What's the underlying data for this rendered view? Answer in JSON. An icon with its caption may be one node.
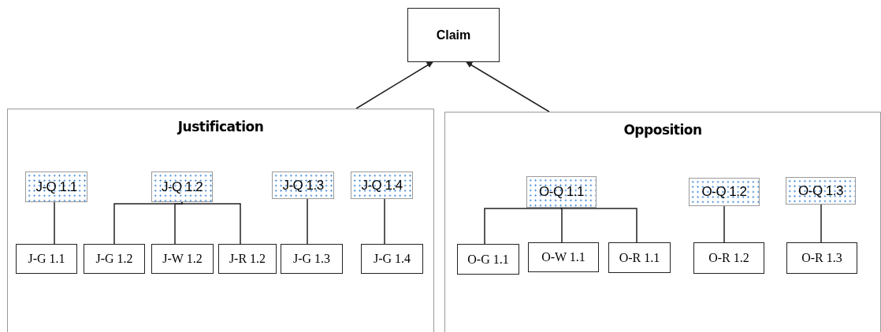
{
  "diagram": {
    "nodes": [
      {
        "text": [
          "Claim"
        ]
      },
      {
        "text": [
          "Justification"
        ]
      },
      {
        "text": [
          "J-Q 1.1"
        ],
        "in": 1
      },
      {
        "text": [
          "J-Q 1.2"
        ],
        "in": 1
      },
      {
        "text": [
          "J-Q 1.3"
        ],
        "in": 1
      },
      {
        "text": [
          "J-Q 1.4"
        ],
        "in": 1
      },
      {
        "text": [
          "J-G 1.1"
        ],
        "in": 1
      },
      {
        "text": [
          "J-G 1.2"
        ],
        "in": 1
      },
      {
        "text": [
          "J-W 1.2"
        ],
        "in": 1
      },
      {
        "text": [
          "J-R 1.2"
        ],
        "in": 1
      },
      {
        "text": [
          "J-G 1.3"
        ],
        "in": 1
      },
      {
        "text": [
          "J-G 1.4"
        ],
        "in": 1
      },
      {
        "text": [
          "Opposition"
        ]
      },
      {
        "text": [
          "O-Q 1.1"
        ],
        "in": 12
      },
      {
        "text": [
          "O-Q 1.2"
        ],
        "in": 12
      },
      {
        "text": [
          "O-Q 1.3"
        ],
        "in": 12
      },
      {
        "text": [
          "O-G 1.1"
        ],
        "in": 12
      },
      {
        "text": [
          "O-W 1.1"
        ],
        "in": 12
      },
      {
        "text": [
          "O-R 1.1"
        ],
        "in": 12
      },
      {
        "text": [
          "O-R 1.2"
        ],
        "in": 12
      },
      {
        "text": [
          "O-R 1.3"
        ],
        "in": 12
      }
    ],
    "edges": [
      {
        "from": 1,
        "to": 0,
        "arrow": "to"
      },
      {
        "from": 12,
        "to": 0,
        "arrow": "to"
      },
      {
        "from": 2,
        "to": 6,
        "arrow": "none"
      },
      {
        "from": 3,
        "to": 7,
        "arrow": "none"
      },
      {
        "from": 3,
        "to": 8,
        "arrow": "none"
      },
      {
        "from": 3,
        "to": 9,
        "arrow": "none"
      },
      {
        "from": 4,
        "to": 10,
        "arrow": "none"
      },
      {
        "from": 5,
        "to": 11,
        "arrow": "none"
      },
      {
        "from": 13,
        "to": 16,
        "arrow": "none"
      },
      {
        "from": 13,
        "to": 17,
        "arrow": "none"
      },
      {
        "from": 13,
        "to": 18,
        "arrow": "none"
      },
      {
        "from": 14,
        "to": 19,
        "arrow": "none"
      },
      {
        "from": 15,
        "to": 20,
        "arrow": "none"
      }
    ]
  }
}
